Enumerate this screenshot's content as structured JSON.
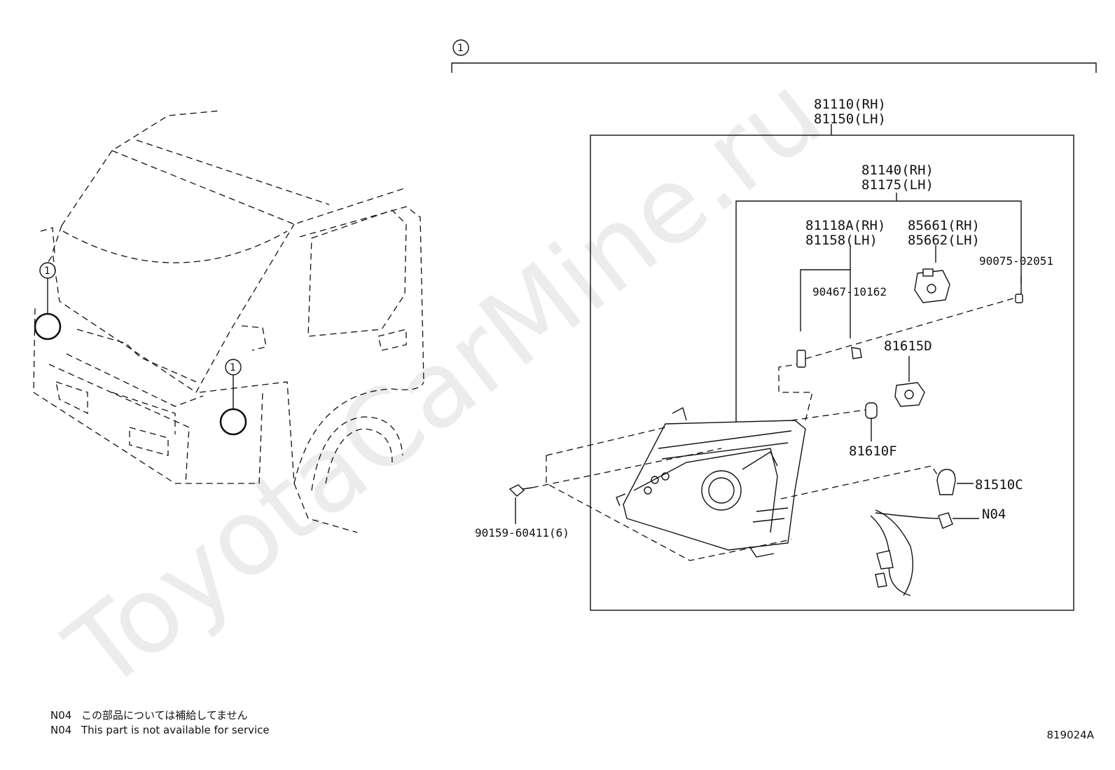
{
  "watermark": "ToyotaCarMine.ru",
  "callout": "1",
  "part_labels": {
    "headlamp_rh": "81110(RH)",
    "headlamp_lh": "81150(LH)",
    "housing_rh": "81140(RH)",
    "housing_lh": "81175(LH)",
    "bracket_rh": "81118A(RH)",
    "bracket_lh": "81158(LH)",
    "socket_rh": "85661(RH)",
    "socket_lh": "85662(LH)",
    "screw_small": "90075-02051",
    "clip": "90467-10162",
    "socket_815": "81615D",
    "bulb_816": "81610F",
    "bulb_815": "81510C",
    "wire": "N04",
    "bolt": "90159-60411(6)"
  },
  "notes": [
    {
      "code": "N04",
      "text": "この部品については補給してません"
    },
    {
      "code": "N04",
      "text": "This part is not available for service"
    }
  ],
  "figure_code": "819024A"
}
